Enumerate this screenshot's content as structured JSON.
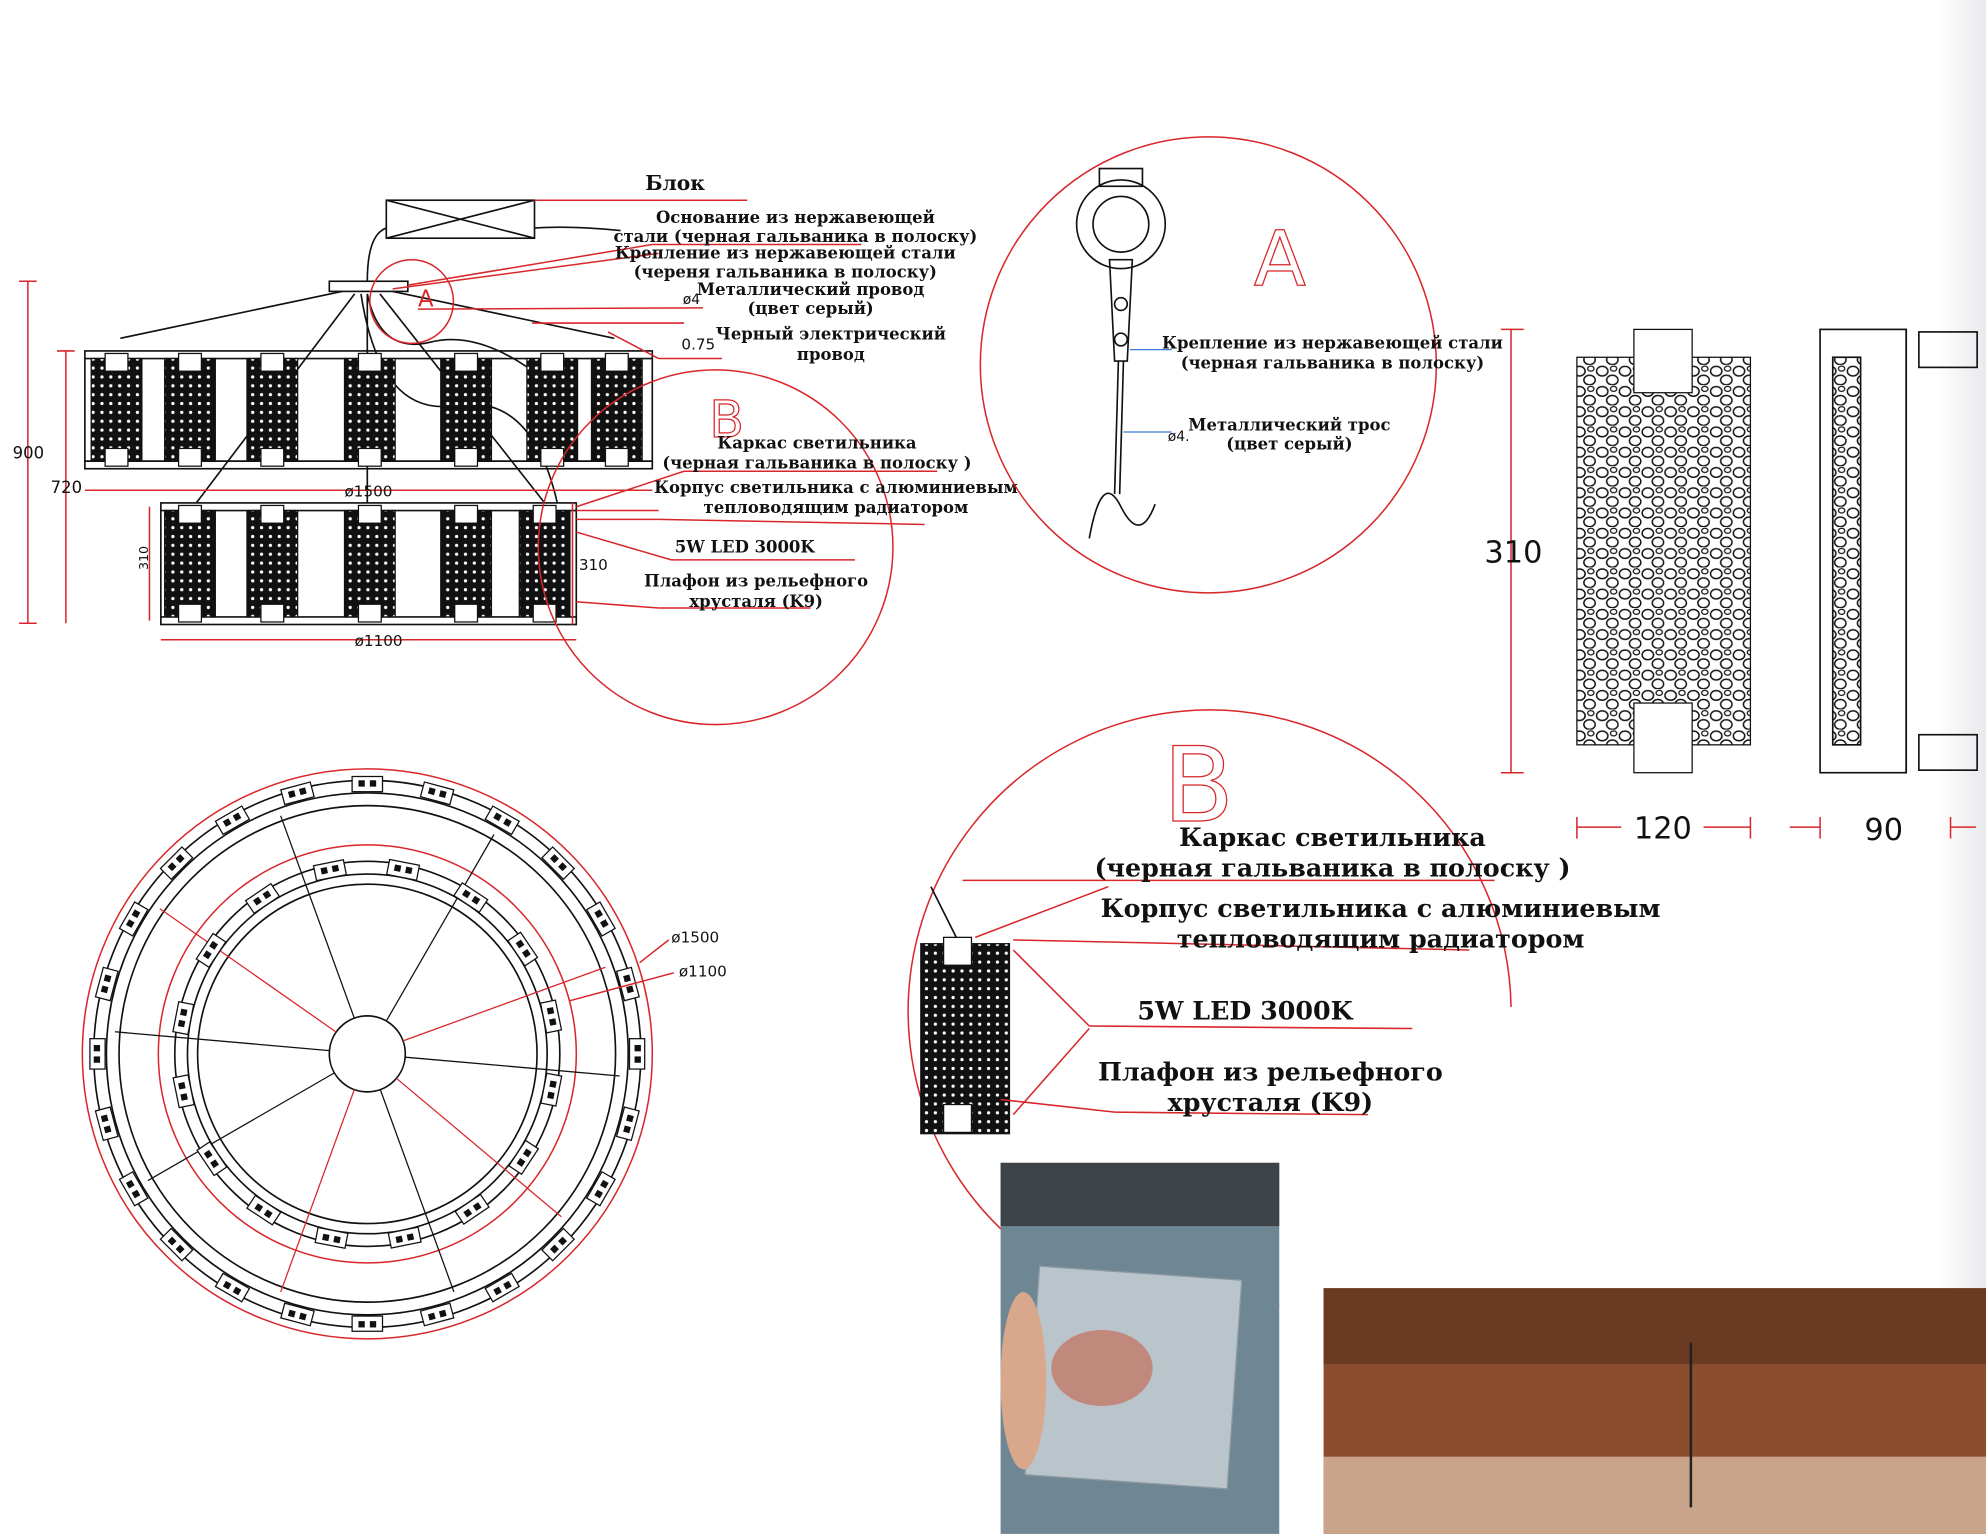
{
  "elevation": {
    "labels": {
      "block": "Блок",
      "base_1": "Основание из нержавеющей",
      "base_2": "стали (черная гальваника в полоску)",
      "mount_1": "Крепление из нержавеющей стали",
      "mount_2": "(череня гальваника в полоску)",
      "wire_1": "Металлический провод",
      "wire_2": "(цвет серый)",
      "cable_1": "Черный электрический",
      "cable_2": "провод",
      "frame_1": "Каркас светильника",
      "frame_2": "(черная гальваника в полоску )",
      "body_1": "Корпус светильника с алюминиевым",
      "body_2": "тепловодящим радиатором",
      "led": "5W LED 3000K",
      "shade_1": "Плафон из рельефного",
      "shade_2": "хрусталя (K9)"
    },
    "dims": {
      "h900": "900",
      "h720": "720",
      "d1500": "ø1500",
      "h310a": "310",
      "h310b": "310",
      "d1100": "ø1100",
      "wire_d": "ø4",
      "cable_d": "0.75"
    },
    "callouts": {
      "a": "A",
      "b": "B"
    }
  },
  "detail_a": {
    "letter": "A",
    "mount_1": "Крепление из нержавеющей стали",
    "mount_2": "(черная гальваника в полоску)",
    "cable_1": "Металлический трос",
    "cable_2": "(цвет серый)",
    "cable_d": "ø4."
  },
  "module": {
    "height": "310",
    "width": "120",
    "depth": "90"
  },
  "detail_b": {
    "letter": "B",
    "frame_1": "Каркас светильника",
    "frame_2": "(черная гальваника в полоску )",
    "body_1": "Корпус светильника с алюминиевым",
    "body_2": "тепловодящим радиатором",
    "led": "5W LED 3000K",
    "shade_1": "Плафон из рельефного",
    "shade_2": "хрусталя (K9)"
  },
  "plan": {
    "d1500": "ø1500",
    "d1100": "ø1100"
  },
  "colors": {
    "accent_red": "#d8262a",
    "line": "#111111"
  }
}
